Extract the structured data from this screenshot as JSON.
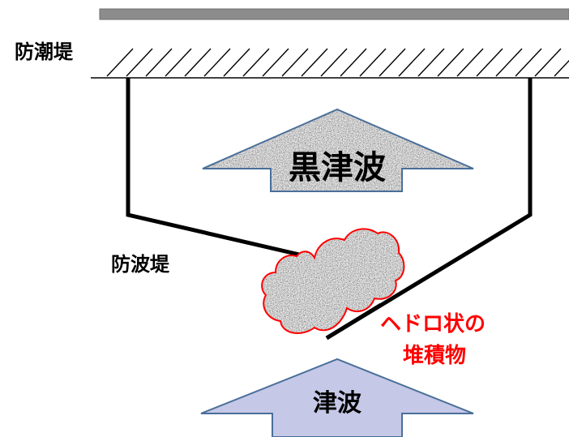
{
  "labels": {
    "seawall": "防潮堤",
    "breakwater": "防波堤",
    "black_tsunami": "黒津波",
    "tsunami": "津波",
    "sludge_line1": "ヘドロ状の",
    "sludge_line2": "堆積物"
  },
  "colors": {
    "wall_bar": "#8c8c8c",
    "breakwater_line": "#000000",
    "sludge_outline": "#ff0000",
    "sludge_text": "#ff0000",
    "tsunami_fill": "#c5c8e6",
    "arrow_outline": "#4a6f9a",
    "noise_fill": "#9a9a9a"
  }
}
